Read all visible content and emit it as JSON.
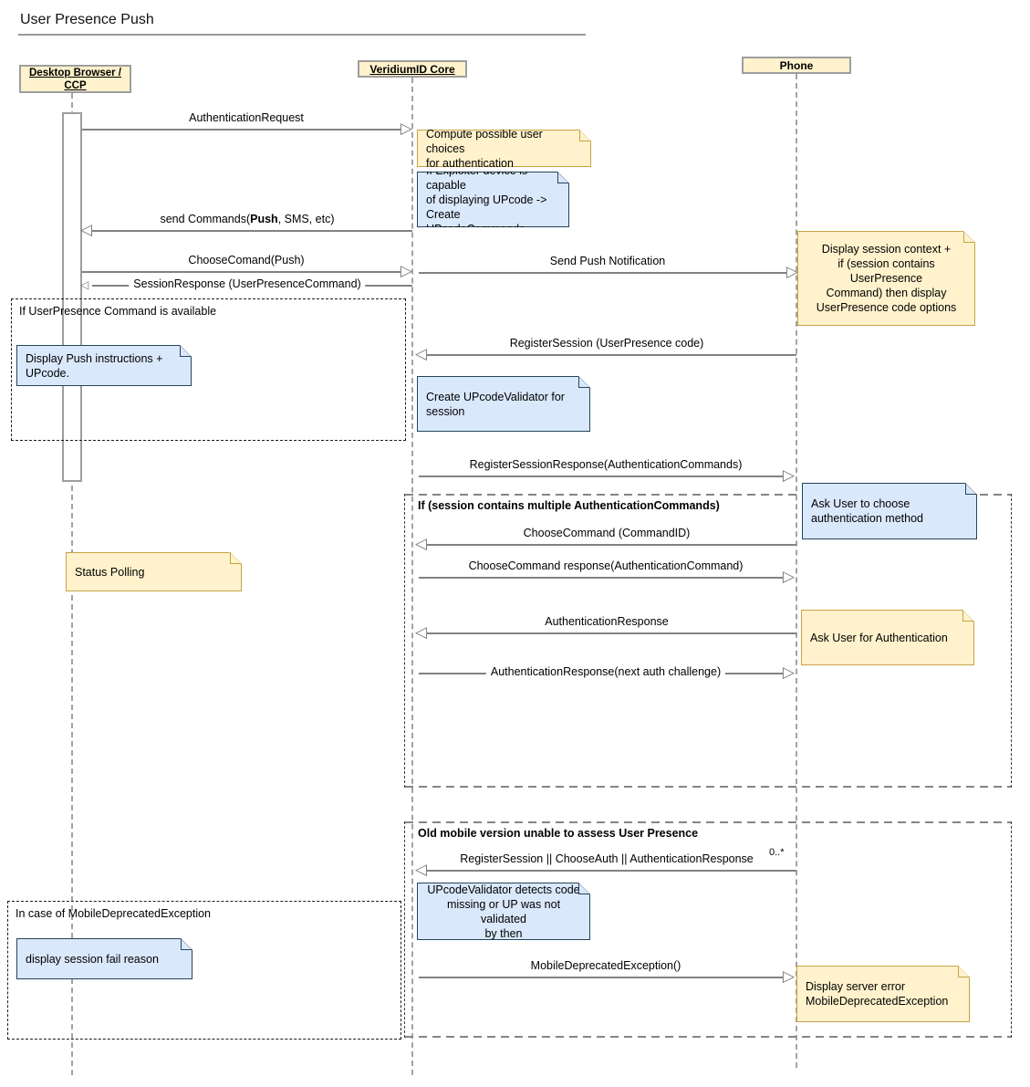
{
  "title": "User Presence Push",
  "actors": {
    "desktop": {
      "label": "Desktop Browser / CCP"
    },
    "core": {
      "label": "VeridiumID Core"
    },
    "phone": {
      "label": "Phone"
    }
  },
  "fragments": {
    "if_userpresence": {
      "label": "If UserPresence Command is available"
    },
    "if_multiple": {
      "label": "If (session contains multiple AuthenticationCommands)"
    },
    "old_mobile": {
      "label": "Old mobile version unable to assess User Presence"
    },
    "in_case": {
      "label": "In case of MobileDeprecatedException"
    }
  },
  "messages": {
    "m1": {
      "label": "AuthenticationRequest"
    },
    "m2": {
      "prefix": "send Commands(",
      "bold": "Push",
      "suffix": ", SMS, etc)"
    },
    "m3": {
      "label": "ChooseComand(Push)"
    },
    "m4": {
      "label": "Send Push Notification"
    },
    "m5": {
      "label": "SessionResponse (UserPresenceCommand)"
    },
    "m6": {
      "label": "RegisterSession (UserPresence code)"
    },
    "m7": {
      "label": "RegisterSessionResponse(AuthenticationCommands)"
    },
    "m8": {
      "label": "ChooseCommand (CommandID)"
    },
    "m9": {
      "label": "ChooseCommand response(AuthenticationCommand)"
    },
    "m10": {
      "label": "AuthenticationResponse"
    },
    "m11": {
      "label": "AuthenticationResponse(next auth challenge)"
    },
    "m12": {
      "label": "RegisterSession || ChooseAuth || AuthenticationResponse",
      "multiplicity": "0..*"
    },
    "m13": {
      "label": "MobileDeprecatedException()"
    }
  },
  "notes": {
    "compute_choices": {
      "text": "Compute possible user choices\nfor authentication"
    },
    "exploiter_device": {
      "text": "If Exploiter device is capable\nof displaying UPcode ->\nCreate UPcodeCommands"
    },
    "display_session_context": {
      "text": "Display session context +\nif (session contains UserPresence\nCommand) then display\nUserPresence code options"
    },
    "display_push_instructions": {
      "text": "Display Push instructions +\nUPcode."
    },
    "create_upcode_validator": {
      "text": "Create UPcodeValidator for\nsession"
    },
    "status_polling": {
      "text": "Status Polling"
    },
    "ask_user_choose": {
      "text": "Ask User to choose\nauthentication method"
    },
    "ask_user_auth": {
      "text": "Ask User for Authentication"
    },
    "upcode_validator_detects": {
      "text": "UPcodeValidator detects code\nmissing or UP was not validated\nby then"
    },
    "display_fail_reason": {
      "text": "display session fail reason"
    },
    "display_server_error": {
      "text": "Display server error\nMobileDeprecatedException"
    }
  },
  "icons": {
    "arrow_right": "▷",
    "arrow_left": "◁"
  },
  "colors": {
    "note_yellow_fill": "#FFF2CC",
    "note_yellow_border": "#C7A345",
    "note_blue_fill": "#DAE8FC",
    "note_blue_border": "#23445D",
    "actor_fill": "#FFF2CC",
    "actor_border": "#9E9E9E",
    "message_line": "#828282",
    "lifeline": "#A3A3A3"
  }
}
